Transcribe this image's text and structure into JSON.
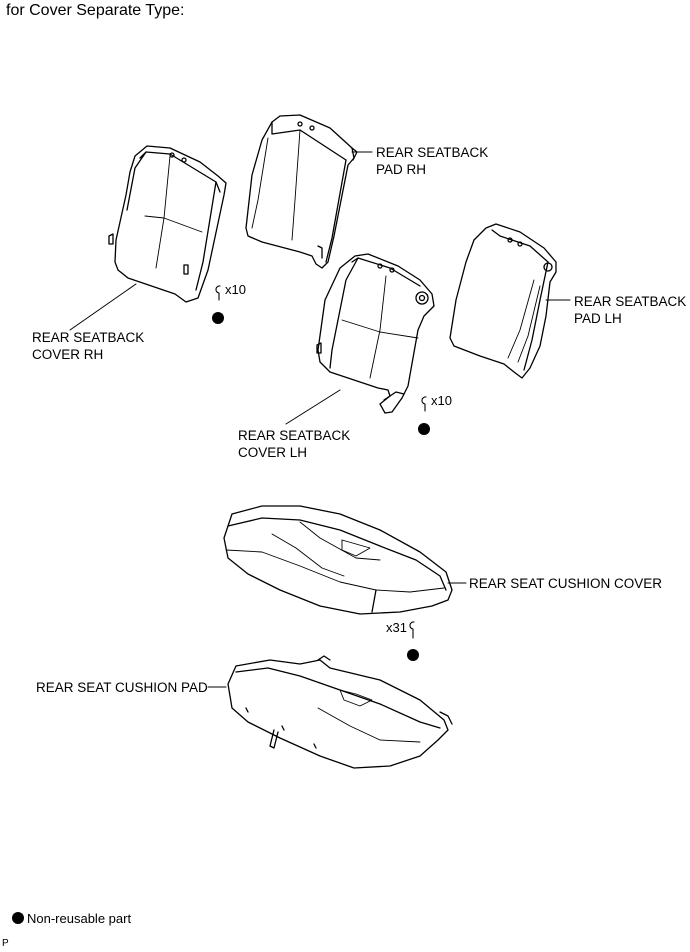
{
  "header": {
    "title": "for Cover Separate Type:"
  },
  "labels": {
    "seatback_pad_rh": [
      "REAR SEATBACK",
      "PAD RH"
    ],
    "seatback_cover_rh": [
      "REAR SEATBACK",
      "COVER RH"
    ],
    "seatback_pad_lh": [
      "REAR SEATBACK",
      "PAD LH"
    ],
    "seatback_cover_lh": [
      "REAR SEATBACK",
      "COVER LH"
    ],
    "cushion_cover": "REAR SEAT CUSHION COVER",
    "cushion_pad": "REAR SEAT CUSHION PAD"
  },
  "quantities": {
    "rh_hog_rings": "x10",
    "lh_hog_rings": "x10",
    "cushion_hog_rings": "x31"
  },
  "legend": {
    "non_reusable": "Non-reusable part"
  },
  "page_code": "P",
  "icons": {
    "non_reusable_marker": "filled-circle-icon",
    "hog_ring": "hog-ring-icon"
  }
}
